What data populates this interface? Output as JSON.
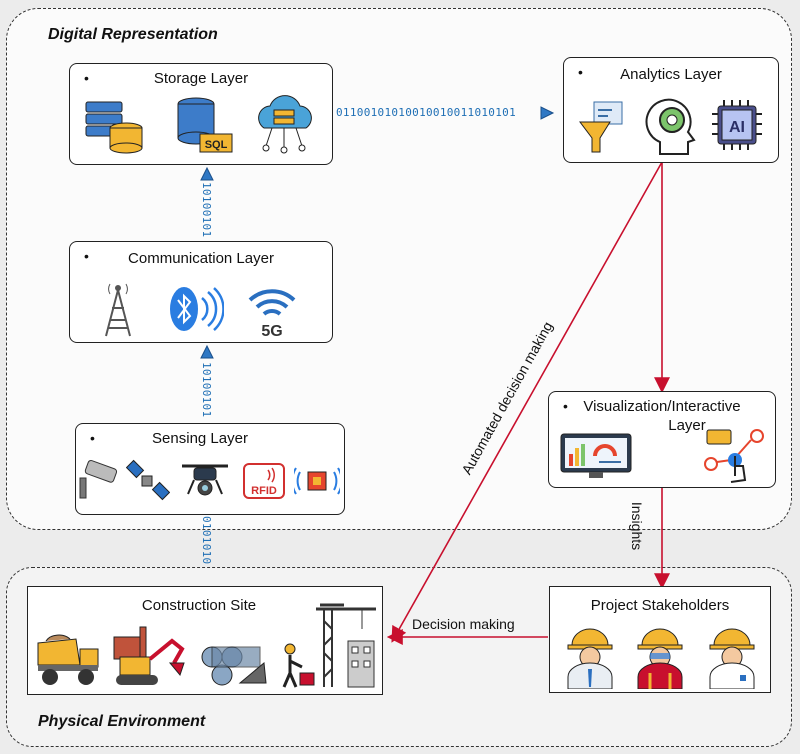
{
  "regions": {
    "digital": "Digital Representation",
    "physical": "Physical Environment"
  },
  "layers": {
    "storage": {
      "title": "Storage  Layer",
      "icons": [
        "server-database-icon",
        "sql-database-icon",
        "cloud-server-icon"
      ]
    },
    "communication": {
      "title": "Communication  Layer",
      "icons": [
        "radio-tower-icon",
        "bluetooth-icon",
        "wifi-5g-icon"
      ]
    },
    "sensing": {
      "title": "Sensing Layer",
      "icons": [
        "cctv-camera-icon",
        "satellite-icon",
        "drone-icon",
        "rfid-icon",
        "sensor-chip-icon"
      ]
    },
    "analytics": {
      "title": "Analytics  Layer",
      "icons": [
        "funnel-chart-icon",
        "ai-head-gear-icon",
        "ai-chip-icon"
      ]
    },
    "visualization": {
      "title_line1": "Visualization/Interactive",
      "title_line2": "Layer",
      "icons": [
        "dashboard-monitor-icon",
        "touch-interface-icon"
      ]
    }
  },
  "physical": {
    "site": {
      "title": "Construction Site",
      "icons": [
        "dump-truck-icon",
        "excavator-icon",
        "pipes-icon",
        "worker-icon",
        "tower-crane-icon"
      ]
    },
    "stakeholders": {
      "title": "Project Stakeholders",
      "icons": [
        "engineer-icon",
        "worker-vest-icon",
        "manager-icon"
      ]
    }
  },
  "data_streams": {
    "horizontal": "01100101010010010011010101",
    "storage_comm": "10100101",
    "comm_sensing": "10100101",
    "sensing_site": "0101010"
  },
  "edges": {
    "automated": "Automated decision making",
    "insights": "Insights",
    "decision": "Decision  making"
  },
  "colors": {
    "bits": "#1f6fb5",
    "red_arrow": "#c8102e",
    "blue_arrow": "#2f78c4"
  }
}
